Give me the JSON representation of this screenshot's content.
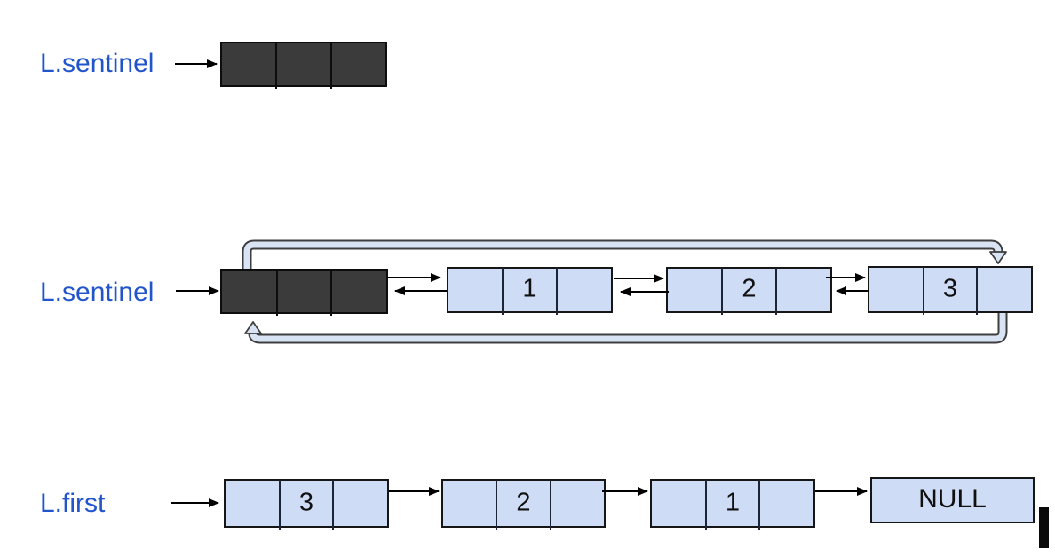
{
  "top_row": {
    "label": "L.sentinel"
  },
  "middle_row": {
    "label": "L.sentinel",
    "node_values": [
      "1",
      "2",
      "3"
    ]
  },
  "bottom_row": {
    "label": "L.first",
    "node_values": [
      "3",
      "2",
      "1"
    ],
    "terminator": "NULL"
  },
  "colors": {
    "label_text": "#2255cc",
    "node_fill": "#cfdcf5",
    "sentinel_fill": "#3b3b3b",
    "wrap_arrow_fill": "#d8e3f4",
    "wrap_arrow_outline": "#3e3e3e",
    "pointer_arrow": "#000000"
  }
}
